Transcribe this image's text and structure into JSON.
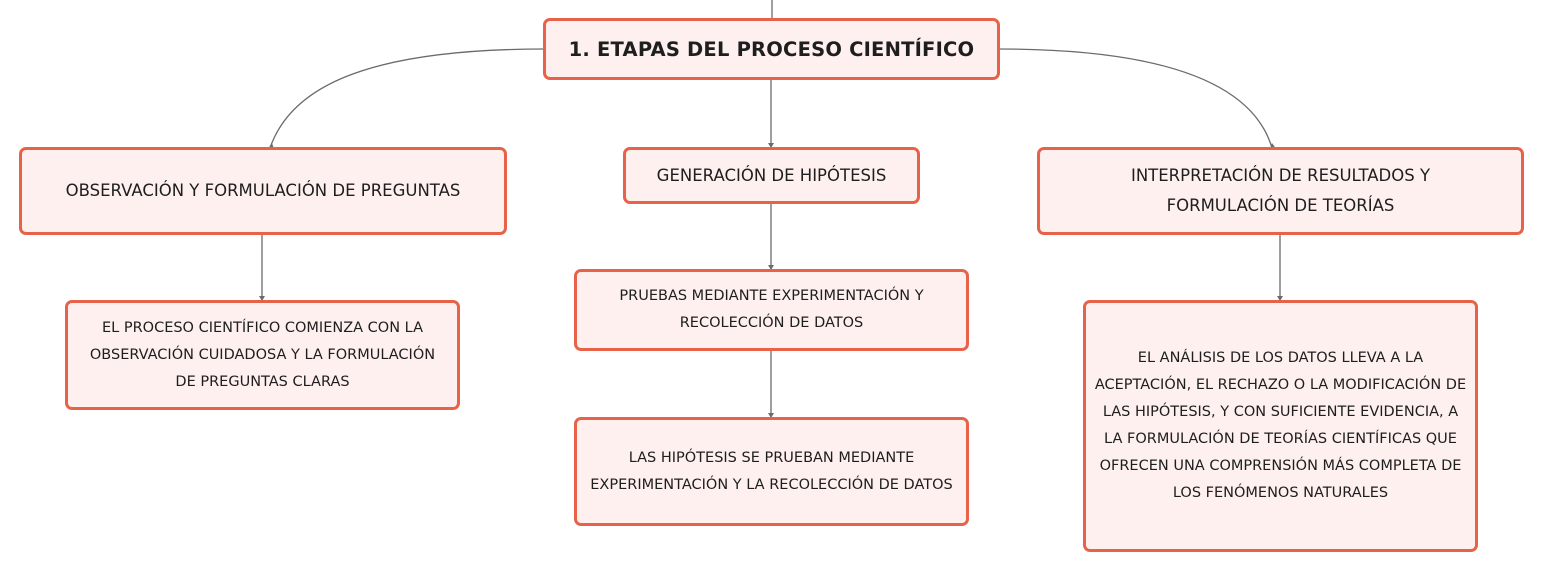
{
  "map": {
    "root": {
      "label": "1. ETAPAS DEL PROCESO CIENTÍFICO"
    },
    "branches": [
      {
        "label": "OBSERVACIÓN Y FORMULACIÓN DE PREGUNTAS",
        "detail": "EL PROCESO CIENTÍFICO COMIENZA CON LA OBSERVACIÓN CUIDADOSA Y LA FORMULACIÓN DE PREGUNTAS CLARAS"
      },
      {
        "label": "GENERACIÓN DE HIPÓTESIS",
        "child": "PRUEBAS MEDIANTE EXPERIMENTACIÓN Y RECOLECCIÓN DE DATOS",
        "detail": "LAS HIPÓTESIS SE PRUEBAN MEDIANTE EXPERIMENTACIÓN Y LA RECOLECCIÓN DE DATOS"
      },
      {
        "label": "INTERPRETACIÓN DE RESULTADOS Y FORMULACIÓN DE TEORÍAS",
        "detail": "EL ANÁLISIS DE LOS DATOS LLEVA A LA ACEPTACIÓN, EL RECHAZO O LA MODIFICACIÓN DE LAS HIPÓTESIS, Y CON SUFICIENTE EVIDENCIA, A LA FORMULACIÓN DE TEORÍAS CIENTÍFICAS QUE OFRECEN UNA COMPRENSIÓN MÁS COMPLETA DE LOS FENÓMENOS NATURALES"
      }
    ]
  },
  "colors": {
    "border": "#e8624a",
    "fill": "#fdf0ee",
    "line": "#6b6b6b",
    "text": "#1e1e1e"
  }
}
